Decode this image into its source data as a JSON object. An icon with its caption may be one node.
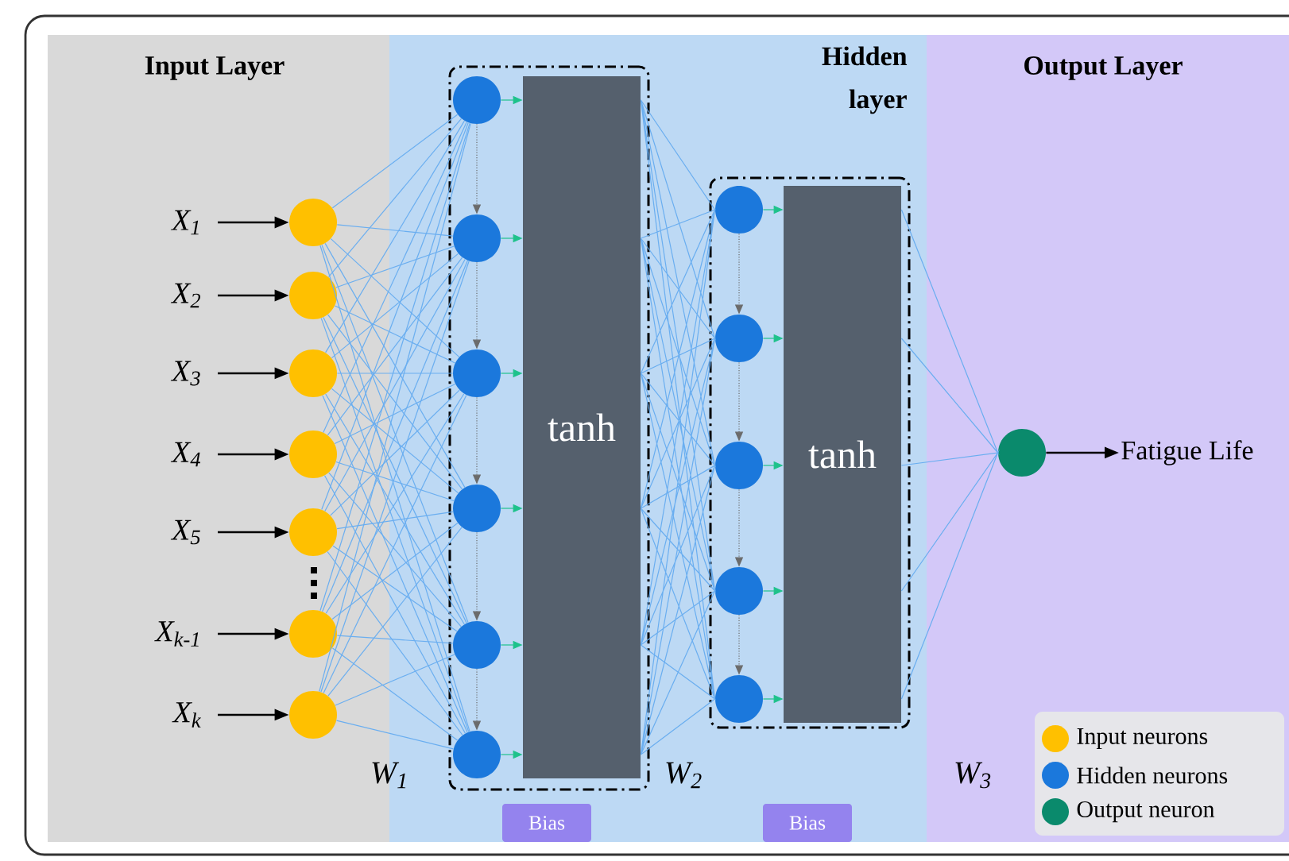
{
  "diagram": {
    "nodes": [
      {
        "text": [
          "Input Layer"
        ]
      },
      {
        "text": [
          "Hidden layer"
        ]
      },
      {
        "text": [
          "Output Layer"
        ]
      },
      {
        "text": [
          "X$_{1}$"
        ],
        "in": 0
      },
      {
        "text": [
          "X$_{2}$"
        ],
        "in": 0
      },
      {
        "text": [
          "X$_{3}$"
        ],
        "in": 0
      },
      {
        "text": [
          "X$_{4}$"
        ],
        "in": 0
      },
      {
        "text": [
          "X$_{5}$"
        ],
        "in": 0
      },
      {
        "text": [
          "X$_{k-1}$"
        ],
        "in": 0
      },
      {
        "text": [
          "X$_{k}$"
        ],
        "in": 0
      },
      {
        "text": [],
        "shape": "circle",
        "in": 0
      },
      {
        "text": [],
        "shape": "circle",
        "in": 0
      },
      {
        "text": [],
        "shape": "circle",
        "in": 0
      },
      {
        "text": [],
        "shape": "circle",
        "in": 0
      },
      {
        "text": [],
        "shape": "circle",
        "in": 0
      },
      {
        "text": [],
        "shape": "circle",
        "in": 0
      },
      {
        "text": [],
        "shape": "circle",
        "in": 0
      },
      {
        "text": [],
        "shape": "box",
        "in": 1
      },
      {
        "text": [],
        "shape": "circle",
        "in": 17
      },
      {
        "text": [],
        "shape": "circle",
        "in": 17
      },
      {
        "text": [],
        "shape": "circle",
        "in": 17
      },
      {
        "text": [],
        "shape": "circle",
        "in": 17
      },
      {
        "text": [],
        "shape": "circle",
        "in": 17
      },
      {
        "text": [],
        "shape": "circle",
        "in": 17
      },
      {
        "text": [
          "tanh"
        ],
        "in": 17
      },
      {
        "text": [],
        "shape": "box",
        "in": 1
      },
      {
        "text": [],
        "shape": "circle",
        "in": 25
      },
      {
        "text": [],
        "shape": "circle",
        "in": 25
      },
      {
        "text": [],
        "shape": "circle",
        "in": 25
      },
      {
        "text": [],
        "shape": "circle",
        "in": 25
      },
      {
        "text": [],
        "shape": "circle",
        "in": 25
      },
      {
        "text": [
          "tanh"
        ],
        "in": 25
      },
      {
        "text": [
          "Bias"
        ],
        "in": 1
      },
      {
        "text": [
          "Bias"
        ],
        "in": 1
      },
      {
        "text": [],
        "shape": "circle",
        "in": 2
      },
      {
        "text": [
          "Fatigue Life"
        ],
        "in": 2
      }
    ],
    "edges": [
      {
        "from": 3,
        "to": 10,
        "arrow": "to",
        "color": "#000000"
      },
      {
        "from": 4,
        "to": 11,
        "arrow": "to",
        "color": "#000000"
      },
      {
        "from": 5,
        "to": 12,
        "arrow": "to",
        "color": "#000000"
      },
      {
        "from": 6,
        "to": 13,
        "arrow": "to",
        "color": "#000000"
      },
      {
        "from": 7,
        "to": 14,
        "arrow": "to",
        "color": "#000000"
      },
      {
        "from": 8,
        "to": 15,
        "arrow": "to",
        "color": "#000000"
      },
      {
        "from": 9,
        "to": 16,
        "arrow": "to",
        "color": "#000000"
      },
      {
        "from": 10,
        "to": 18,
        "arrow": "none"
      },
      {
        "from": 10,
        "to": 19,
        "arrow": "none"
      },
      {
        "from": 10,
        "to": 20,
        "arrow": "none"
      },
      {
        "from": 10,
        "to": 21,
        "arrow": "none"
      },
      {
        "from": 10,
        "to": 22,
        "arrow": "none"
      },
      {
        "from": 10,
        "to": 23,
        "arrow": "none"
      },
      {
        "from": 11,
        "to": 18,
        "arrow": "none"
      },
      {
        "from": 11,
        "to": 19,
        "arrow": "none"
      },
      {
        "from": 11,
        "to": 20,
        "arrow": "none"
      },
      {
        "from": 11,
        "to": 21,
        "arrow": "none"
      },
      {
        "from": 11,
        "to": 22,
        "arrow": "none"
      },
      {
        "from": 11,
        "to": 23,
        "arrow": "none"
      },
      {
        "from": 12,
        "to": 18,
        "arrow": "none"
      },
      {
        "from": 12,
        "to": 19,
        "arrow": "none"
      },
      {
        "from": 12,
        "to": 20,
        "arrow": "none"
      },
      {
        "from": 12,
        "to": 21,
        "arrow": "none"
      },
      {
        "from": 12,
        "to": 22,
        "arrow": "none"
      },
      {
        "from": 12,
        "to": 23,
        "arrow": "none"
      },
      {
        "from": 13,
        "to": 18,
        "arrow": "none"
      },
      {
        "from": 13,
        "to": 19,
        "arrow": "none"
      },
      {
        "from": 13,
        "to": 20,
        "arrow": "none"
      },
      {
        "from": 13,
        "to": 21,
        "arrow": "none"
      },
      {
        "from": 13,
        "to": 22,
        "arrow": "none"
      },
      {
        "from": 13,
        "to": 23,
        "arrow": "none"
      },
      {
        "from": 14,
        "to": 18,
        "arrow": "none"
      },
      {
        "from": 14,
        "to": 19,
        "arrow": "none"
      },
      {
        "from": 14,
        "to": 20,
        "arrow": "none"
      },
      {
        "from": 14,
        "to": 21,
        "arrow": "none"
      },
      {
        "from": 14,
        "to": 22,
        "arrow": "none"
      },
      {
        "from": 14,
        "to": 23,
        "arrow": "none"
      },
      {
        "from": 15,
        "to": 18,
        "arrow": "none"
      },
      {
        "from": 15,
        "to": 19,
        "arrow": "none"
      },
      {
        "from": 15,
        "to": 20,
        "arrow": "none"
      },
      {
        "from": 15,
        "to": 21,
        "arrow": "none"
      },
      {
        "from": 15,
        "to": 22,
        "arrow": "none"
      },
      {
        "from": 15,
        "to": 23,
        "arrow": "none"
      },
      {
        "from": 16,
        "to": 18,
        "arrow": "none"
      },
      {
        "from": 16,
        "to": 19,
        "arrow": "none"
      },
      {
        "from": 16,
        "to": 20,
        "arrow": "none"
      },
      {
        "from": 16,
        "to": 21,
        "arrow": "none"
      },
      {
        "from": 16,
        "to": 22,
        "arrow": "none"
      },
      {
        "from": 16,
        "to": 23,
        "arrow": "none"
      },
      {
        "from": 18,
        "to": 24,
        "arrow": "to",
        "color": "#1ec28b"
      },
      {
        "from": 19,
        "to": 24,
        "arrow": "to",
        "color": "#1ec28b"
      },
      {
        "from": 20,
        "to": 24,
        "arrow": "to",
        "color": "#1ec28b"
      },
      {
        "from": 21,
        "to": 24,
        "arrow": "to",
        "color": "#1ec28b"
      },
      {
        "from": 22,
        "to": 24,
        "arrow": "to",
        "color": "#1ec28b"
      },
      {
        "from": 23,
        "to": 24,
        "arrow": "to",
        "color": "#1ec28b"
      },
      {
        "from": 18,
        "to": 19,
        "arrow": "to",
        "style": "dashed",
        "color": "#6b6b6b"
      },
      {
        "from": 19,
        "to": 20,
        "arrow": "to",
        "style": "dashed",
        "color": "#6b6b6b"
      },
      {
        "from": 20,
        "to": 21,
        "arrow": "to",
        "style": "dashed",
        "color": "#6b6b6b"
      },
      {
        "from": 21,
        "to": 22,
        "arrow": "to",
        "style": "dashed",
        "color": "#6b6b6b"
      },
      {
        "from": 22,
        "to": 23,
        "arrow": "to",
        "style": "dashed",
        "color": "#6b6b6b"
      },
      {
        "from": 24,
        "to": 26,
        "arrow": "none"
      },
      {
        "from": 24,
        "to": 27,
        "arrow": "none"
      },
      {
        "from": 24,
        "to": 28,
        "arrow": "none"
      },
      {
        "from": 24,
        "to": 29,
        "arrow": "none"
      },
      {
        "from": 24,
        "to": 30,
        "arrow": "none"
      },
      {
        "from": 26,
        "to": 31,
        "arrow": "to",
        "color": "#1ec28b"
      },
      {
        "from": 27,
        "to": 31,
        "arrow": "to",
        "color": "#1ec28b"
      },
      {
        "from": 28,
        "to": 31,
        "arrow": "to",
        "color": "#1ec28b"
      },
      {
        "from": 29,
        "to": 31,
        "arrow": "to",
        "color": "#1ec28b"
      },
      {
        "from": 30,
        "to": 31,
        "arrow": "to",
        "color": "#1ec28b"
      },
      {
        "from": 26,
        "to": 27,
        "arrow": "to",
        "style": "dashed",
        "color": "#6b6b6b"
      },
      {
        "from": 27,
        "to": 28,
        "arrow": "to",
        "style": "dashed",
        "color": "#6b6b6b"
      },
      {
        "from": 28,
        "to": 29,
        "arrow": "to",
        "style": "dashed",
        "color": "#6b6b6b"
      },
      {
        "from": 29,
        "to": 30,
        "arrow": "to",
        "style": "dashed",
        "color": "#6b6b6b"
      },
      {
        "from": 31,
        "to": 34,
        "arrow": "none"
      },
      {
        "from": 34,
        "to": 35,
        "arrow": "to",
        "color": "#000000"
      }
    ],
    "labels": [
      "W$_{1}$",
      "W$_{2}$",
      "W$_{3}$"
    ],
    "legend": [
      {
        "text": "Input neurons",
        "color": "#ffc000"
      },
      {
        "text": "Hidden neurons",
        "color": "#1b78dc"
      },
      {
        "text": "Output neuron",
        "color": "#0a8a6c"
      }
    ]
  }
}
